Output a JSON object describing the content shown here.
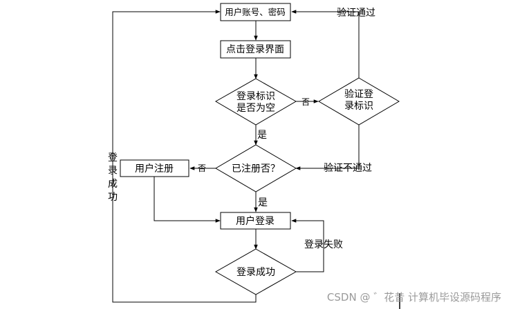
{
  "diagram": {
    "nodes": {
      "input_account": "用户账号、密码",
      "click_login_ui": "点击登录界面",
      "login_id_empty": [
        "登录标识",
        "是否为空"
      ],
      "verify_login_id": [
        "验证登",
        "录标识"
      ],
      "is_registered": "已注册否？",
      "user_register": "用户注册",
      "user_login": "用户登录",
      "login_success_check": "登录成功"
    },
    "edges": {
      "verify_pass": "验证通过",
      "no_1": "否",
      "yes_1": "是",
      "verify_fail": "验证不通过",
      "no_2": "否",
      "yes_2": "是",
      "login_fail": "登录失败",
      "login_success": [
        "登",
        "录",
        "成",
        "功"
      ]
    }
  },
  "watermark": "CSDN @ ゛花昔  计算机毕设源码程序"
}
